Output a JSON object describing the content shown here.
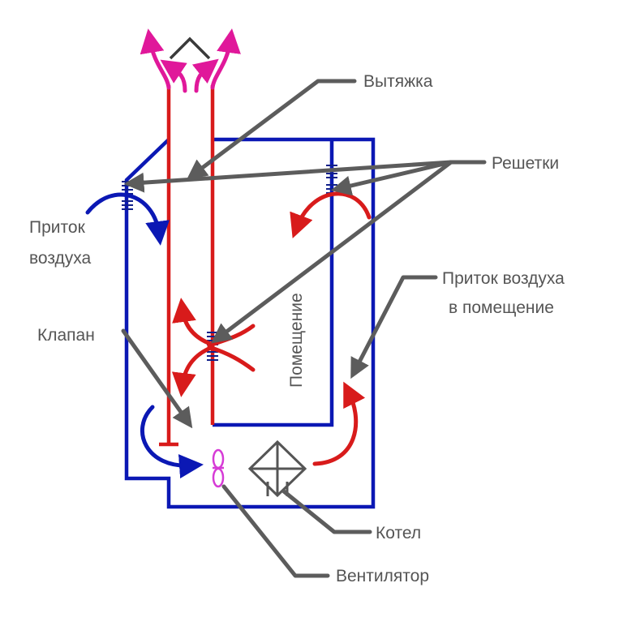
{
  "labels": {
    "exhaust": "Вытяжка",
    "grilles": "Решетки",
    "air_inflow_line1": "Приток",
    "air_inflow_line2": "воздуха",
    "room_inflow_line1": "Приток воздуха",
    "room_inflow_line2": "в помещение",
    "valve": "Клапан",
    "room": "Помещение",
    "boiler": "Котел",
    "fan": "Вентилятор"
  },
  "colors": {
    "walls": "#0b18b4",
    "ducts": "#d81b1b",
    "exhaust_flow": "#e0189a",
    "fan": "#d63bd6",
    "leaders": "#5c5c5c",
    "text": "#555555"
  }
}
